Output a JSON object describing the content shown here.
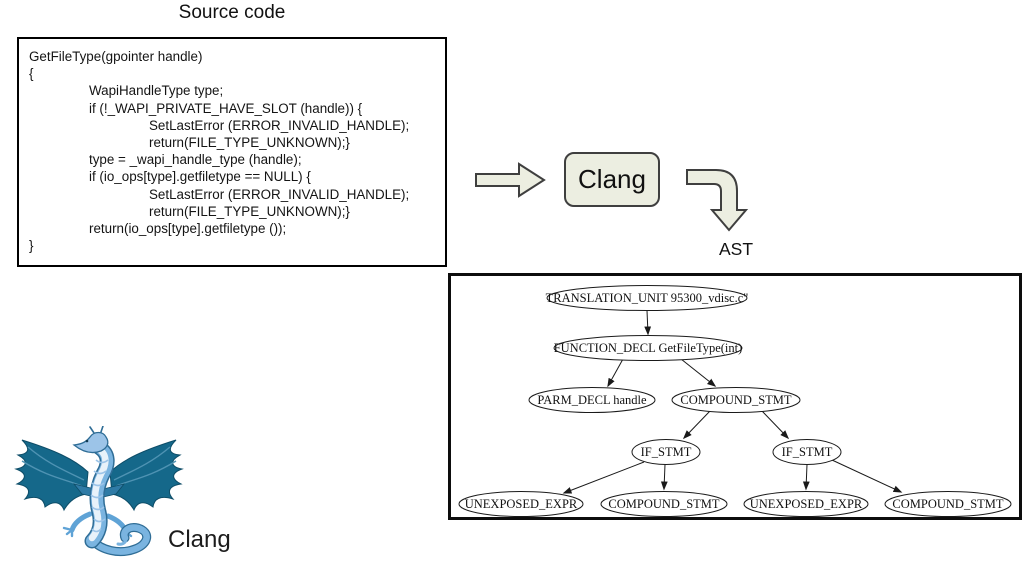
{
  "header": {
    "source_title": "Source code"
  },
  "source_code": {
    "code": "GetFileType(gpointer handle)\n{\n\tWapiHandleType type;\n\tif (!_WAPI_PRIVATE_HAVE_SLOT (handle)) {\n\t\tSetLastError (ERROR_INVALID_HANDLE);\n\t\treturn(FILE_TYPE_UNKNOWN);}\n\ttype = _wapi_handle_type (handle);\n\tif (io_ops[type].getfiletype == NULL) {\n\t\tSetLastError (ERROR_INVALID_HANDLE);\n\t\treturn(FILE_TYPE_UNKNOWN);}\n\treturn(io_ops[type].getfiletype ());\n}"
  },
  "pipeline": {
    "compiler_label": "Clang",
    "output_label": "AST"
  },
  "logo": {
    "caption": "Clang"
  },
  "ast": {
    "nodes": [
      {
        "id": "translation-unit",
        "label": "TRANSLATION_UNIT 95300_vdisc.c\""
      },
      {
        "id": "function-decl",
        "label": "FUNCTION_DECL GetFileType(int)"
      },
      {
        "id": "parm-decl",
        "label": "PARM_DECL handle"
      },
      {
        "id": "compound-stmt",
        "label": "COMPOUND_STMT"
      },
      {
        "id": "if-stmt-left",
        "label": "IF_STMT"
      },
      {
        "id": "if-stmt-right",
        "label": "IF_STMT"
      },
      {
        "id": "unexposed-expr-left",
        "label": "UNEXPOSED_EXPR"
      },
      {
        "id": "compound-stmt-bottom-left",
        "label": "COMPOUND_STMT"
      },
      {
        "id": "unexposed-expr-right",
        "label": "UNEXPOSED_EXPR"
      },
      {
        "id": "compound-stmt-bottom-right",
        "label": "COMPOUND_STMT"
      }
    ],
    "edges": [
      [
        "translation-unit",
        "function-decl"
      ],
      [
        "function-decl",
        "parm-decl"
      ],
      [
        "function-decl",
        "compound-stmt"
      ],
      [
        "compound-stmt",
        "if-stmt-left"
      ],
      [
        "compound-stmt",
        "if-stmt-right"
      ],
      [
        "if-stmt-left",
        "unexposed-expr-left"
      ],
      [
        "if-stmt-left",
        "compound-stmt-bottom-left"
      ],
      [
        "if-stmt-right",
        "unexposed-expr-right"
      ],
      [
        "if-stmt-right",
        "compound-stmt-bottom-right"
      ]
    ]
  },
  "colors": {
    "panel_border": "#000000",
    "accent_fill": "#eceee1",
    "arrow_stroke": "#3f3f3f",
    "wing_teal": "#15688a",
    "body_blue": "#7ab4e0",
    "body_light": "#e8f2fa"
  }
}
